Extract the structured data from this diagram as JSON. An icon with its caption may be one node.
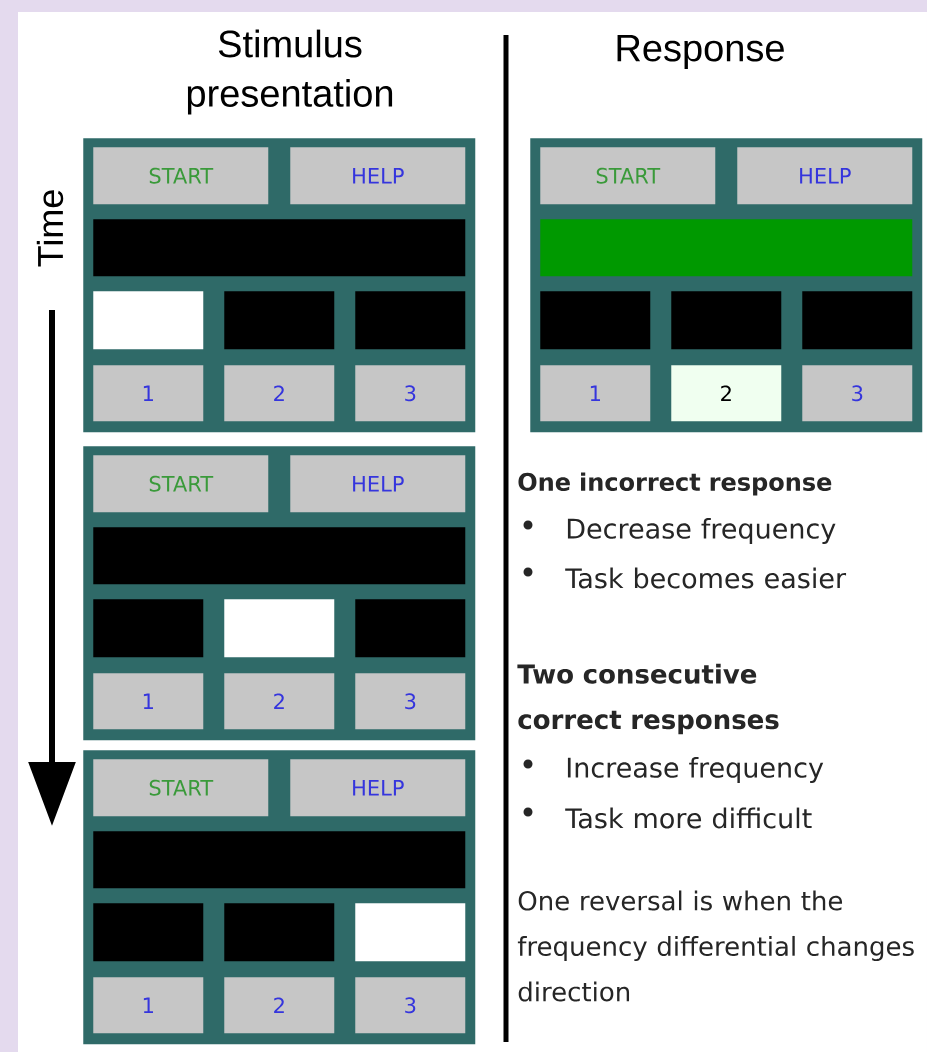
{
  "diagram": {
    "nodes": [
      {
        "text": [],
        "shape": "box"
      },
      {
        "text": [
          "START"
        ],
        "in": 0
      },
      {
        "text": [
          "HELP"
        ],
        "in": 0
      },
      {
        "text": [],
        "shape": "box",
        "in": 0
      },
      {
        "text": [],
        "shape": "box",
        "in": 0
      },
      {
        "text": [],
        "shape": "box",
        "in": 0
      },
      {
        "text": [],
        "shape": "box",
        "in": 0
      },
      {
        "text": [
          "1"
        ],
        "in": 0
      },
      {
        "text": [
          "2"
        ],
        "in": 0
      },
      {
        "text": [
          "3"
        ],
        "in": 0
      },
      {
        "text": [],
        "shape": "box"
      },
      {
        "text": [
          "START"
        ],
        "in": 10
      },
      {
        "text": [
          "HELP"
        ],
        "in": 10
      },
      {
        "text": [],
        "shape": "box",
        "in": 10
      },
      {
        "text": [],
        "shape": "box",
        "in": 10
      },
      {
        "text": [],
        "shape": "box",
        "in": 10
      },
      {
        "text": [],
        "shape": "box",
        "in": 10
      },
      {
        "text": [
          "1"
        ],
        "in": 10
      },
      {
        "text": [
          "2"
        ],
        "in": 10
      },
      {
        "text": [
          "3"
        ],
        "in": 10
      },
      {
        "text": [],
        "shape": "box"
      },
      {
        "text": [
          "START"
        ],
        "in": 20
      },
      {
        "text": [
          "HELP"
        ],
        "in": 20
      },
      {
        "text": [],
        "shape": "box",
        "in": 20
      },
      {
        "text": [],
        "shape": "box",
        "in": 20
      },
      {
        "text": [],
        "shape": "box",
        "in": 20
      },
      {
        "text": [],
        "shape": "box",
        "in": 20
      },
      {
        "text": [
          "1"
        ],
        "in": 20
      },
      {
        "text": [
          "2"
        ],
        "in": 20
      },
      {
        "text": [
          "3"
        ],
        "in": 20
      },
      {
        "text": [],
        "shape": "box"
      },
      {
        "text": [
          "START"
        ],
        "in": 30
      },
      {
        "text": [
          "HELP"
        ],
        "in": 30
      },
      {
        "text": [],
        "shape": "box",
        "in": 30
      },
      {
        "text": [],
        "shape": "box",
        "in": 30
      },
      {
        "text": [],
        "shape": "box",
        "in": 30
      },
      {
        "text": [],
        "shape": "box",
        "in": 30
      },
      {
        "text": [
          "1"
        ],
        "in": 30
      },
      {
        "text": [
          "2"
        ],
        "in": 30
      },
      {
        "text": [
          "3"
        ],
        "in": 30
      }
    ],
    "labels": [
      "Stimulus presentation",
      "Response",
      "Time",
      "One incorrect response",
      "Decrease frequency",
      "Task becomes easier",
      "Two consecutive correct responses",
      "Increase frequency",
      "Task more difficult",
      "One reversal is when the frequency differential changes direction"
    ]
  }
}
